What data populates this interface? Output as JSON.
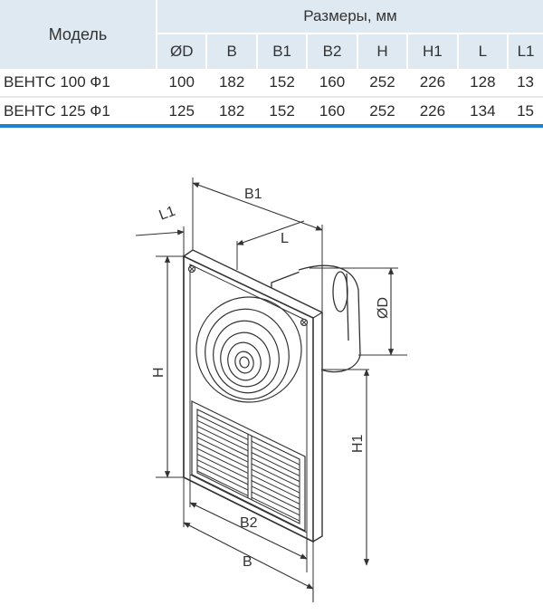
{
  "table": {
    "model_header": "Модель",
    "dims_header": "Размеры, мм",
    "columns": [
      "ØD",
      "B",
      "B1",
      "B2",
      "H",
      "H1",
      "L",
      "L1"
    ],
    "rows": [
      {
        "model": "ВЕНТС 100 Ф1",
        "values": [
          "100",
          "182",
          "152",
          "160",
          "252",
          "226",
          "128",
          "13"
        ]
      },
      {
        "model": "ВЕНТС 125 Ф1",
        "values": [
          "125",
          "182",
          "152",
          "160",
          "252",
          "226",
          "134",
          "15"
        ]
      }
    ]
  },
  "drawing": {
    "labels": {
      "b1": "B1",
      "l1": "L1",
      "l": "L",
      "h": "H",
      "d": "ØD",
      "h1": "H1",
      "b2": "B2",
      "b": "B"
    }
  }
}
